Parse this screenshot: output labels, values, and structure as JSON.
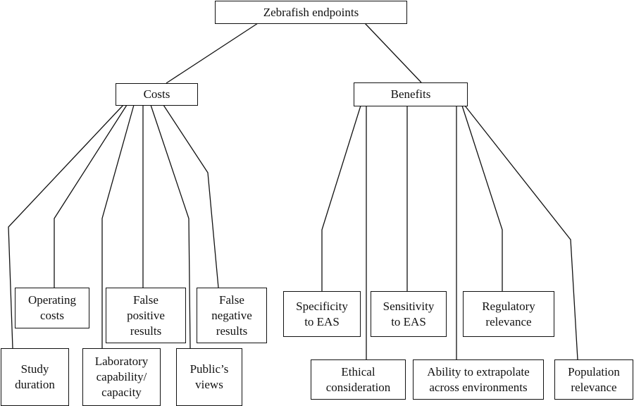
{
  "root": {
    "label": "Zebrafish endpoints"
  },
  "costs": {
    "label": "Costs",
    "items": {
      "study_duration": "Study\nduration",
      "operating_costs": "Operating\ncosts",
      "lab_capability": "Laboratory\ncapability/\ncapacity",
      "false_positive": "False\npositive\nresults",
      "publics_views": "Public’s\nviews",
      "false_negative": "False\nnegative\nresults"
    }
  },
  "benefits": {
    "label": "Benefits",
    "items": {
      "specificity": "Specificity\nto EAS",
      "ethical": "Ethical\nconsideration",
      "sensitivity": "Sensitivity\nto EAS",
      "extrapolate": "Ability to extrapolate\nacross environments",
      "regulatory": "Regulatory\nrelevance",
      "population": "Population\nrelevance"
    }
  }
}
